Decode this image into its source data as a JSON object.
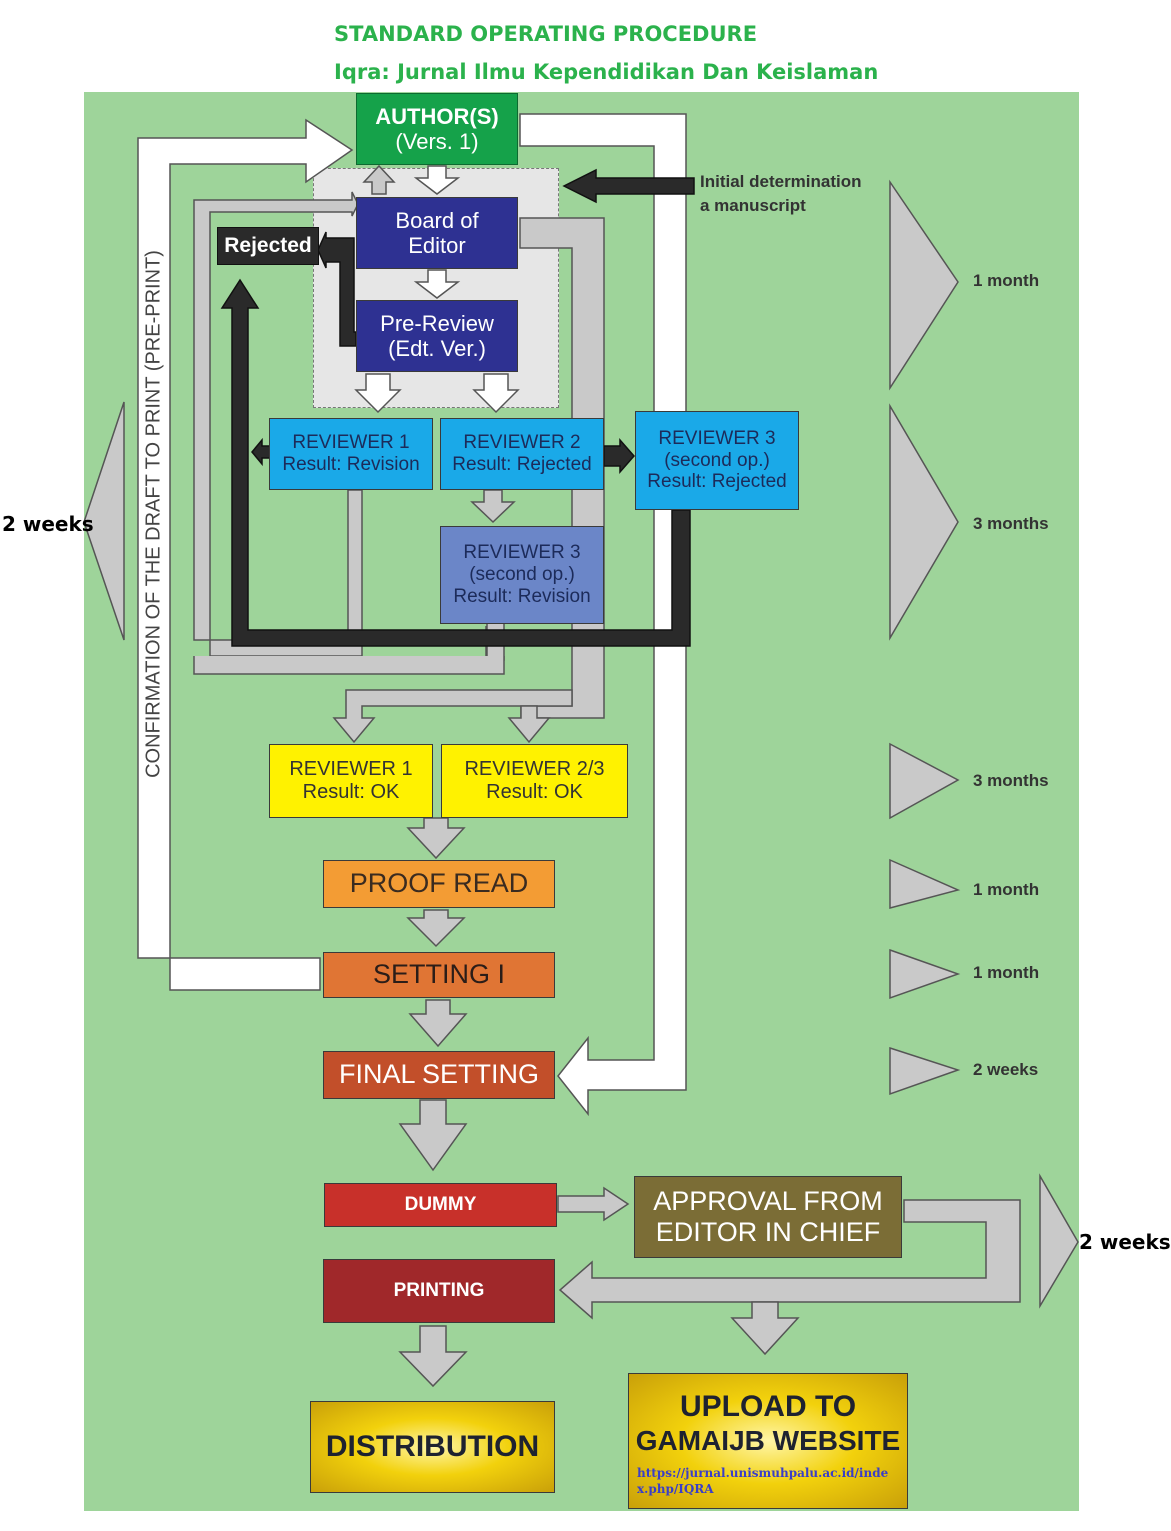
{
  "header": {
    "title": "STANDARD OPERATING PROCEDURE",
    "subtitle": "Iqra: Jurnal Ilmu Kependidikan Dan Keislaman"
  },
  "colors": {
    "panel": "#9ed49a",
    "author": "#15a24a",
    "editor": "#2e3192",
    "reviewer": "#1aa9e8",
    "reviewer3_revision": "#6b86c8",
    "ok": "#fff200",
    "proof_read": "#f39c34",
    "setting": "#e07534",
    "final_setting": "#c24f2a",
    "dummy": "#c8302a",
    "printing": "#a0282a",
    "approval": "#7b6d36",
    "gold": "#f2d10c"
  },
  "nodes": {
    "author": {
      "line1": "AUTHOR(S)",
      "line2": "(Vers. 1)"
    },
    "board": {
      "line1": "Board of",
      "line2": "Editor"
    },
    "rejected": "Rejected",
    "prereview": {
      "line1": "Pre-Review",
      "line2": "(Edt. Ver.)"
    },
    "rev1": {
      "line1": "REVIEWER 1",
      "line2": "Result: Revision"
    },
    "rev2": {
      "line1": "REVIEWER 2",
      "line2": "Result: Rejected"
    },
    "rev3a": {
      "line1": "REVIEWER 3",
      "line2": "(second op.)",
      "line3": "Result: Rejected"
    },
    "rev3b": {
      "line1": "REVIEWER 3",
      "line2": "(second op.)",
      "line3": "Result: Revision"
    },
    "rev1ok": {
      "line1": "REVIEWER 1",
      "line2": "Result: OK"
    },
    "rev23ok": {
      "line1": "REVIEWER 2/3",
      "line2": "Result: OK"
    },
    "proofread": "PROOF READ",
    "setting1": "SETTING I",
    "finalsetting": "FINAL SETTING",
    "dummy": "DUMMY",
    "approval": {
      "line1": "APPROVAL FROM",
      "line2": "EDITOR IN CHIEF"
    },
    "printing": "PRINTING",
    "distribution": "DISTRIBUTION",
    "upload": {
      "line1": "UPLOAD TO",
      "line2": "GAMAIJB WEBSITE",
      "url": "https://jurnal.unismuhpalu.ac.id/index.php/IQRA"
    }
  },
  "labels": {
    "initial_determination": "Initial determination\na manuscript",
    "confirmation": "CONFIRMATION OF THE DRAFT TO PRINT (PRE-PRINT)"
  },
  "durations": {
    "d1": "1 month",
    "d2": "3 months",
    "d3": "3 months",
    "d4": "1 month",
    "d5": "1 month",
    "d6": "2 weeks",
    "left": "2 weeks",
    "right": "2 weeks"
  }
}
